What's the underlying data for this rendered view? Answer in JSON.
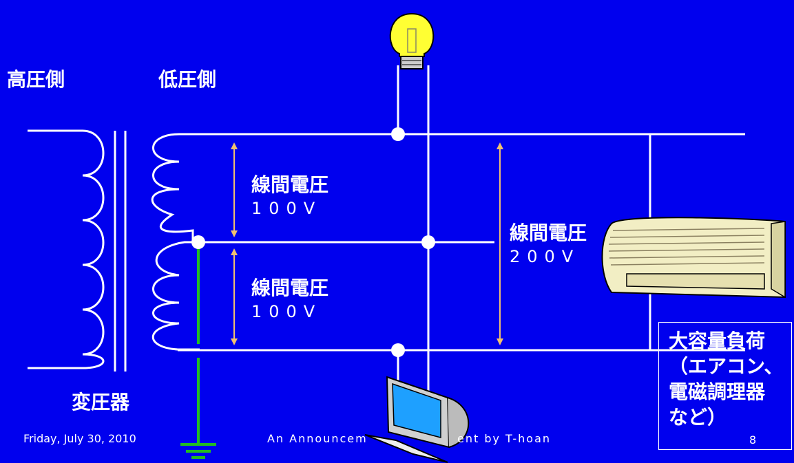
{
  "labels": {
    "high_side": "高圧側",
    "low_side": "低圧側",
    "transformer": "変圧器",
    "voltage_upper": {
      "title": "線間電圧",
      "value": "100V"
    },
    "voltage_lower": {
      "title": "線間電圧",
      "value": "100V"
    },
    "voltage_total": {
      "title": "線間電圧",
      "value": "200V"
    }
  },
  "load_box": {
    "line1": "大容量負荷",
    "line2": "（エアコン、",
    "line3": "電磁調理器",
    "line4": "など）"
  },
  "footer": {
    "date": "Friday, July 30, 2010",
    "center_visible": "An  Announcem",
    "center_visible_end": "ent  by T-hoan",
    "page_number": "8"
  },
  "colors": {
    "background": "#0000ee",
    "wire": "#ffffff",
    "ground": "#22bb22",
    "arrow": "#f0c070"
  },
  "icons": [
    "light-bulb-icon",
    "air-conditioner-icon",
    "computer-icon",
    "ground-symbol-icon"
  ]
}
